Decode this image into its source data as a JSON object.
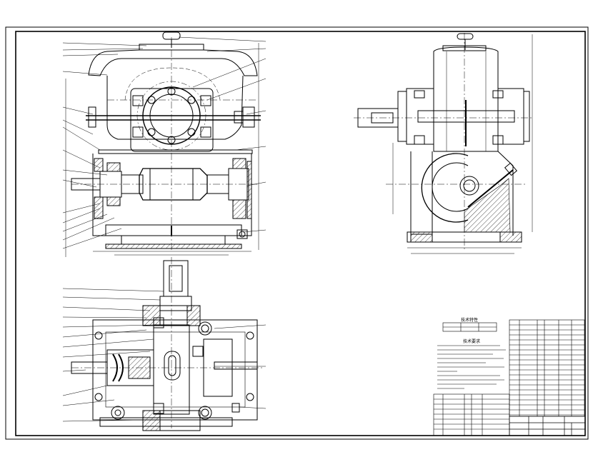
{
  "drawing": {
    "line_color": "#000000",
    "hatch_color": "#000000",
    "background": "#ffffff"
  },
  "views": [
    {
      "name": "front-view",
      "label": ""
    },
    {
      "name": "side-view",
      "label": ""
    },
    {
      "name": "top-view",
      "label": ""
    }
  ],
  "technical_data_table": {
    "title": "技术特性"
  },
  "technical_requirements": {
    "title": "技术要求"
  },
  "title_block": {
    "company": "",
    "drawing_title": ""
  }
}
